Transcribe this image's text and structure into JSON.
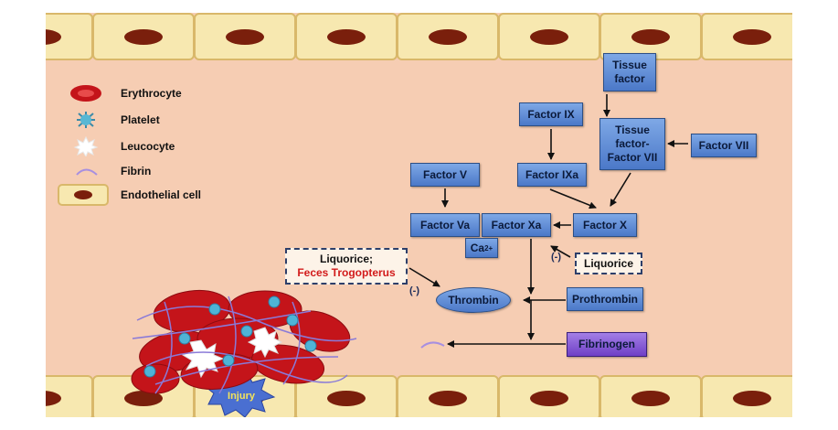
{
  "legend": {
    "erythrocyte": "Erythrocyte",
    "platelet": "Platelet",
    "leucocyte": "Leucocyte",
    "fibrin": "Fibrin",
    "endothelial": "Endothelial cell"
  },
  "factors": {
    "tissue_factor": "Tissue factor",
    "factor_ix": "Factor IX",
    "tissue_factor_vii": "Tissue factor- Factor VII",
    "factor_vii": "Factor VII",
    "factor_v": "Factor V",
    "factor_ixa": "Factor IXa",
    "factor_va": "Factor Va",
    "factor_xa": "Factor Xa",
    "factor_x": "Factor X",
    "ca": "Ca",
    "ca_sup": "2+",
    "thrombin": "Thrombin",
    "prothrombin": "Prothrombin",
    "fibrinogen": "Fibrinogen"
  },
  "inhibitors": {
    "liquorice_left": "Liquorice;",
    "feces": "Feces Trogopterus",
    "liquorice_right": "Liquorice",
    "minus": "(-)"
  },
  "injury": "Injury",
  "colors": {
    "vessel": "#f6cdb3",
    "cell": "#f7e8b0",
    "nucleus": "#7a1f0c",
    "factor_box": "#5b86d3",
    "fibrinogen_box": "#8a5bd6",
    "erythrocyte": "#c4141a"
  }
}
